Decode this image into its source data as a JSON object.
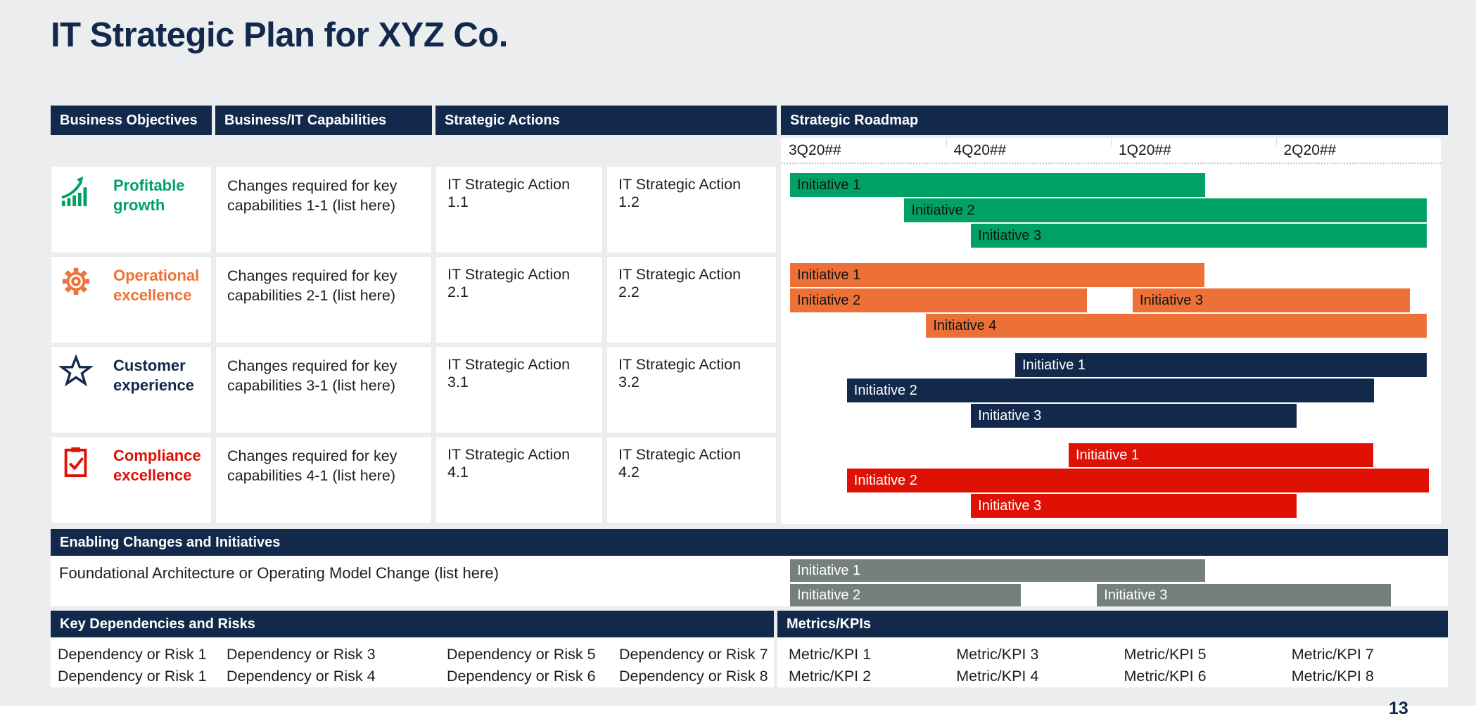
{
  "page": {
    "title": "IT Strategic Plan for XYZ Co.",
    "page_number": "13"
  },
  "colors": {
    "navy": "#12294b",
    "green": "#00a164",
    "orange": "#ed7136",
    "red": "#de1104",
    "gray_bar": "#75807d",
    "background": "#ecedee"
  },
  "table": {
    "headers": [
      "Business Objectives",
      "Business/IT Capabilities",
      "Strategic Actions",
      "Strategic Roadmap"
    ],
    "rows": [
      {
        "icon": "growth-icon",
        "color": "#00a164",
        "objective": "Profitable growth",
        "capability": "Changes required for key capabilities 1-1 (list here)",
        "actions": [
          "IT Strategic Action 1.1",
          "IT Strategic Action 1.2"
        ],
        "bar_text": "dark",
        "bars": [
          {
            "label": "Initiative 1",
            "line": 0,
            "left": 1.4,
            "width": 62.9
          },
          {
            "label": "Initiative 2",
            "line": 1,
            "left": 18.7,
            "width": 79.2
          },
          {
            "label": "Initiative 3",
            "line": 2,
            "left": 28.8,
            "width": 69.1
          }
        ]
      },
      {
        "icon": "gear-icon",
        "color": "#ed7136",
        "objective": "Operational excellence",
        "capability": "Changes required for key capabilities 2-1 (list here)",
        "actions": [
          "IT Strategic Action 2.1",
          "IT Strategic Action 2.2"
        ],
        "bar_text": "dark",
        "bars": [
          {
            "label": "Initiative 1",
            "line": 0,
            "left": 1.4,
            "width": 62.8
          },
          {
            "label": "Initiative 2",
            "line": 1,
            "left": 1.4,
            "width": 45.0
          },
          {
            "label": "Initiative 3",
            "line": 1,
            "left": 53.3,
            "width": 42.0
          },
          {
            "label": "Initiative 4",
            "line": 2,
            "left": 22.0,
            "width": 75.9
          }
        ]
      },
      {
        "icon": "star-icon",
        "color": "#12294b",
        "objective": "Customer experience",
        "capability": "Changes required for key capabilities 3-1 (list here)",
        "actions": [
          "IT Strategic Action 3.1",
          "IT Strategic Action 3.2"
        ],
        "bar_text": "light",
        "bars": [
          {
            "label": "Initiative 1",
            "line": 0,
            "left": 35.5,
            "width": 62.4
          },
          {
            "label": "Initiative 2",
            "line": 1,
            "left": 10.0,
            "width": 79.9
          },
          {
            "label": "Initiative 3",
            "line": 2,
            "left": 28.8,
            "width": 49.3
          }
        ]
      },
      {
        "icon": "clipboard-icon",
        "color": "#de1104",
        "objective": "Compliance excellence",
        "capability": "Changes required for key capabilities 4-1 (list here)",
        "actions": [
          "IT Strategic Action 4.1",
          "IT Strategic Action 4.2"
        ],
        "bar_text": "light",
        "bars": [
          {
            "label": "Initiative 1",
            "line": 0,
            "left": 43.6,
            "width": 46.2
          },
          {
            "label": "Initiative 2",
            "line": 1,
            "left": 10.0,
            "width": 88.2
          },
          {
            "label": "Initiative 3",
            "line": 2,
            "left": 28.8,
            "width": 49.3
          }
        ]
      }
    ]
  },
  "roadmap": {
    "quarters": [
      "3Q20##",
      "4Q20##",
      "1Q20##",
      "2Q20##"
    ]
  },
  "enabling": {
    "header": "Enabling Changes and Initiatives",
    "text": "Foundational Architecture or Operating Model Change (list here)",
    "bar_color": "#75807d",
    "bars": [
      {
        "label": "Initiative 1",
        "line": 0,
        "left": 1.4,
        "width": 62.9
      },
      {
        "label": "Initiative 2",
        "line": 1,
        "left": 1.4,
        "width": 35.0
      },
      {
        "label": "Initiative 3",
        "line": 1,
        "left": 47.9,
        "width": 44.5
      }
    ]
  },
  "dependencies": {
    "header": "Key Dependencies and Risks",
    "columns": [
      [
        "Dependency or Risk 1",
        "Dependency or Risk 1"
      ],
      [
        "Dependency or Risk 3",
        "Dependency or Risk 4"
      ],
      [
        "Dependency or Risk 5",
        "Dependency or Risk 6"
      ],
      [
        "Dependency or Risk 7",
        "Dependency or Risk 8"
      ]
    ]
  },
  "metrics": {
    "header": "Metrics/KPIs",
    "columns": [
      [
        "Metric/KPI 1",
        "Metric/KPI 2"
      ],
      [
        "Metric/KPI 3",
        "Metric/KPI 4"
      ],
      [
        "Metric/KPI 5",
        "Metric/KPI 6"
      ],
      [
        "Metric/KPI 7",
        "Metric/KPI 8"
      ]
    ]
  }
}
